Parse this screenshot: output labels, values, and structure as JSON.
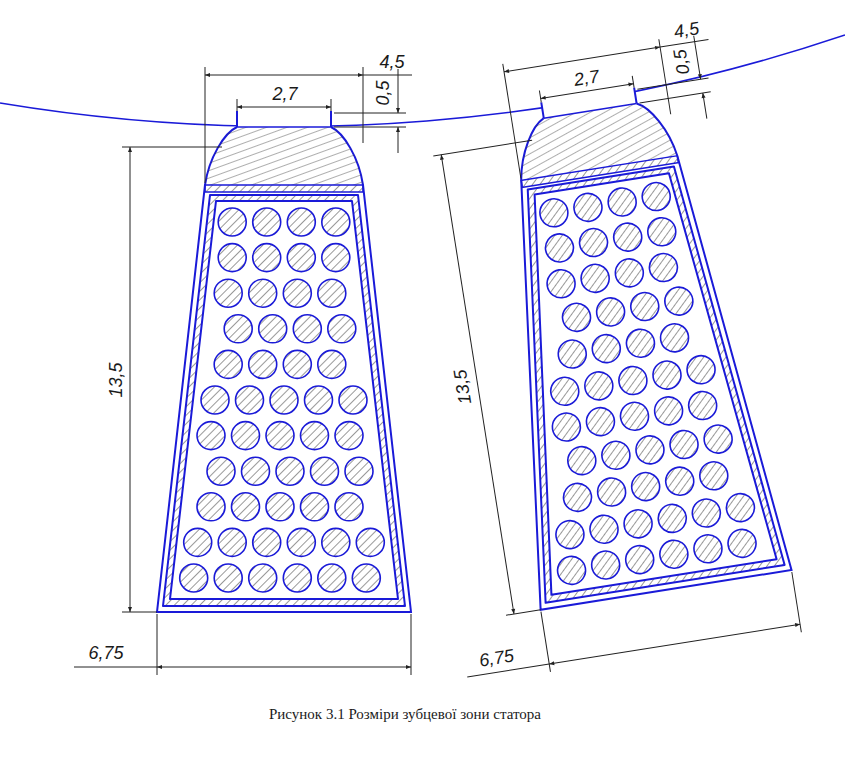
{
  "diagram": {
    "caption": "Рисунок 3.1 Розміри зубцевої зони статора",
    "labels": [
      "2,7",
      "4,5",
      "0,5",
      "13,5",
      "6,75",
      "2,7",
      "4,5",
      "0,5",
      "13,5",
      "6,75"
    ]
  }
}
